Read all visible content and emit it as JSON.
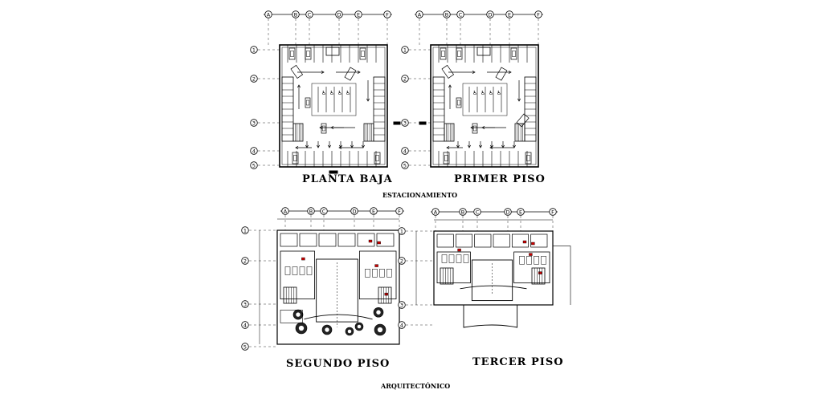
{
  "sheet": {
    "group_top_caption": "ESTACIONAMIENTO",
    "group_bottom_caption": "ARQUITECTÓNICO"
  },
  "plans": [
    {
      "id": "planta-baja",
      "title": "PLANTA BAJA",
      "kind": "parking",
      "col_labels": [
        "A",
        "B",
        "C",
        "D",
        "E",
        "F"
      ],
      "row_labels": [
        "1",
        "2",
        "3",
        "4",
        "5"
      ]
    },
    {
      "id": "primer-piso",
      "title": "PRIMER PISO",
      "kind": "parking",
      "col_labels": [
        "A",
        "B",
        "C",
        "D",
        "E",
        "F"
      ],
      "row_labels": [
        "1",
        "2",
        "3",
        "4",
        "5"
      ]
    },
    {
      "id": "segundo-piso",
      "title": "SEGUNDO PISO",
      "kind": "office",
      "col_labels": [
        "A",
        "B",
        "C",
        "D",
        "E",
        "F"
      ],
      "row_labels": [
        "1",
        "2",
        "3",
        "4",
        "5"
      ]
    },
    {
      "id": "tercer-piso",
      "title": "TERCER  PISO",
      "kind": "office",
      "col_labels": [
        "A",
        "B",
        "C",
        "D",
        "E",
        "F"
      ],
      "row_labels": [
        "1",
        "2",
        "3",
        "4"
      ]
    }
  ],
  "colors": {
    "line": "#000000",
    "accent": "#cc0000",
    "background": "#ffffff"
  }
}
